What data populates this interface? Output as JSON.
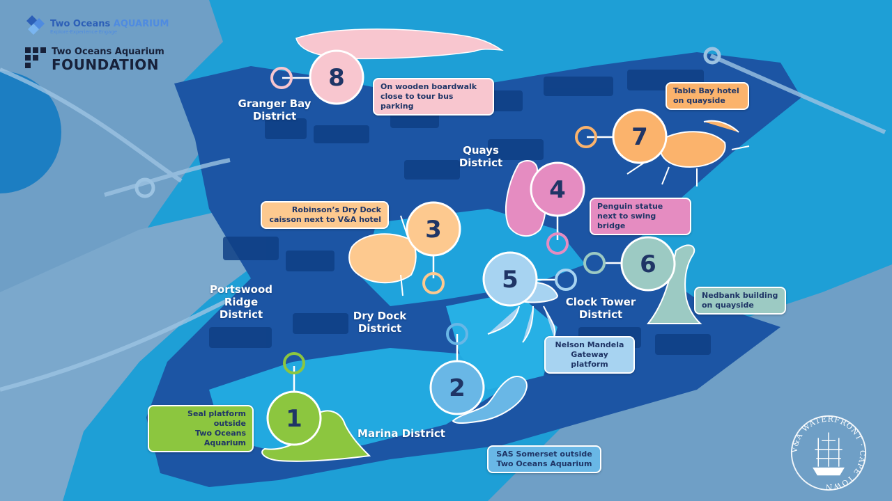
{
  "logos": {
    "aquarium": {
      "name": "Two Oceans",
      "name_bold": "AQUARIUM",
      "tagline": "Explore·Experience·Engage"
    },
    "foundation": {
      "line1": "Two Oceans Aquarium",
      "line2": "FOUNDATION"
    },
    "waterfront": {
      "text": "V&A WATERFRONT · CAPE TOWN"
    }
  },
  "districts": {
    "granger_bay": "Granger Bay\nDistrict",
    "quays": "Quays\nDistrict",
    "portswood": "Portswood\nRidge\nDistrict",
    "dry_dock": "Dry Dock\nDistrict",
    "clock_tower": "Clock Tower\nDistrict",
    "marina": "Marina District"
  },
  "stops": [
    {
      "number": "1",
      "animal": "seal",
      "label": "Seal platform outside\nTwo Oceans Aquarium",
      "color": "#8cc63f"
    },
    {
      "number": "2",
      "animal": "otter",
      "label": "SAS Somerset outside\nTwo Oceans Aquarium",
      "color": "#69b7e6"
    },
    {
      "number": "3",
      "animal": "sunfish",
      "label": "Robinson’s Dry Dock\ncaisson next to V&A hotel",
      "color": "#fdc98f"
    },
    {
      "number": "4",
      "animal": "penguin",
      "label": "Penguin statue\nnext to swing bridge",
      "color": "#e58cc1"
    },
    {
      "number": "5",
      "animal": "jellyfish",
      "label": "Nelson Mandela\nGateway platform",
      "color": "#a7d3f1"
    },
    {
      "number": "6",
      "animal": "cormorant",
      "label": "Nedbank building\non quayside",
      "color": "#9ccac3"
    },
    {
      "number": "7",
      "animal": "crab",
      "label": "Table Bay hotel\non quayside",
      "color": "#fbb36c"
    },
    {
      "number": "8",
      "animal": "whale",
      "label": "On wooden boardwalk\nclose to tour bus parking",
      "color": "#f8c6cf"
    }
  ],
  "colors": {
    "sea": "#1e9fd6",
    "land": "#6d9ec4",
    "dock": "#1a5aa8",
    "number_text": "#1f3566"
  }
}
